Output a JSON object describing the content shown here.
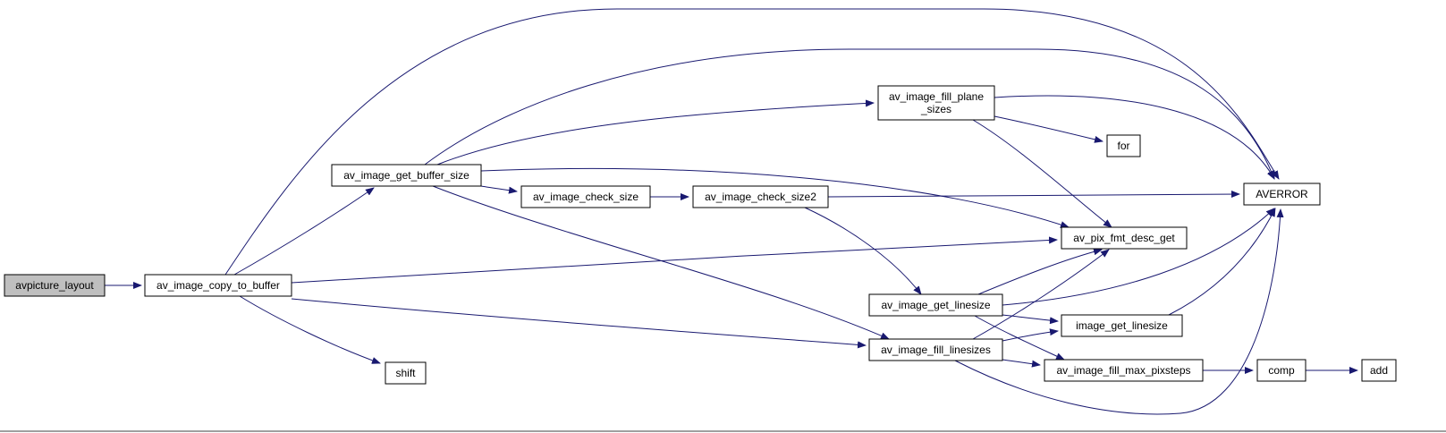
{
  "graph": {
    "colors": {
      "edge": "#191970",
      "node_fill": "#ffffff",
      "root_fill": "#bfbfbf",
      "border": "#000000"
    },
    "nodes": {
      "avpicture_layout": {
        "lines": [
          "avpicture_layout"
        ],
        "root": true
      },
      "av_image_copy_to_buffer": {
        "lines": [
          "av_image_copy_to_buffer"
        ]
      },
      "av_image_get_buffer_size": {
        "lines": [
          "av_image_get_buffer_size"
        ]
      },
      "shift": {
        "lines": [
          "shift"
        ]
      },
      "av_image_check_size": {
        "lines": [
          "av_image_check_size"
        ]
      },
      "av_image_check_size2": {
        "lines": [
          "av_image_check_size2"
        ]
      },
      "av_image_fill_plane_sizes": {
        "lines": [
          "av_image_fill_plane",
          "_sizes"
        ]
      },
      "for": {
        "lines": [
          "for"
        ]
      },
      "AVERROR": {
        "lines": [
          "AVERROR"
        ]
      },
      "av_pix_fmt_desc_get": {
        "lines": [
          "av_pix_fmt_desc_get"
        ]
      },
      "av_image_get_linesize": {
        "lines": [
          "av_image_get_linesize"
        ]
      },
      "image_get_linesize": {
        "lines": [
          "image_get_linesize"
        ]
      },
      "av_image_fill_linesizes": {
        "lines": [
          "av_image_fill_linesizes"
        ]
      },
      "av_image_fill_max_pixsteps": {
        "lines": [
          "av_image_fill_max_pixsteps"
        ]
      },
      "comp": {
        "lines": [
          "comp"
        ]
      },
      "add": {
        "lines": [
          "add"
        ]
      }
    },
    "edges": [
      [
        "avpicture_layout",
        "av_image_copy_to_buffer"
      ],
      [
        "av_image_copy_to_buffer",
        "av_image_get_buffer_size"
      ],
      [
        "av_image_copy_to_buffer",
        "shift"
      ],
      [
        "av_image_copy_to_buffer",
        "AVERROR"
      ],
      [
        "av_image_copy_to_buffer",
        "av_pix_fmt_desc_get"
      ],
      [
        "av_image_copy_to_buffer",
        "av_image_fill_linesizes"
      ],
      [
        "av_image_get_buffer_size",
        "av_image_check_size"
      ],
      [
        "av_image_get_buffer_size",
        "av_image_fill_plane_sizes"
      ],
      [
        "av_image_get_buffer_size",
        "AVERROR"
      ],
      [
        "av_image_get_buffer_size",
        "av_pix_fmt_desc_get"
      ],
      [
        "av_image_get_buffer_size",
        "av_image_fill_linesizes"
      ],
      [
        "av_image_check_size",
        "av_image_check_size2"
      ],
      [
        "av_image_check_size2",
        "AVERROR"
      ],
      [
        "av_image_check_size2",
        "av_image_get_linesize"
      ],
      [
        "av_image_fill_plane_sizes",
        "for"
      ],
      [
        "av_image_fill_plane_sizes",
        "AVERROR"
      ],
      [
        "av_image_fill_plane_sizes",
        "av_pix_fmt_desc_get"
      ],
      [
        "av_image_get_linesize",
        "av_pix_fmt_desc_get"
      ],
      [
        "av_image_get_linesize",
        "AVERROR"
      ],
      [
        "av_image_get_linesize",
        "image_get_linesize"
      ],
      [
        "av_image_get_linesize",
        "av_image_fill_max_pixsteps"
      ],
      [
        "av_image_fill_linesizes",
        "av_pix_fmt_desc_get"
      ],
      [
        "av_image_fill_linesizes",
        "image_get_linesize"
      ],
      [
        "av_image_fill_linesizes",
        "av_image_fill_max_pixsteps"
      ],
      [
        "av_image_fill_linesizes",
        "AVERROR"
      ],
      [
        "image_get_linesize",
        "AVERROR"
      ],
      [
        "av_image_fill_max_pixsteps",
        "comp"
      ],
      [
        "comp",
        "add"
      ]
    ]
  }
}
